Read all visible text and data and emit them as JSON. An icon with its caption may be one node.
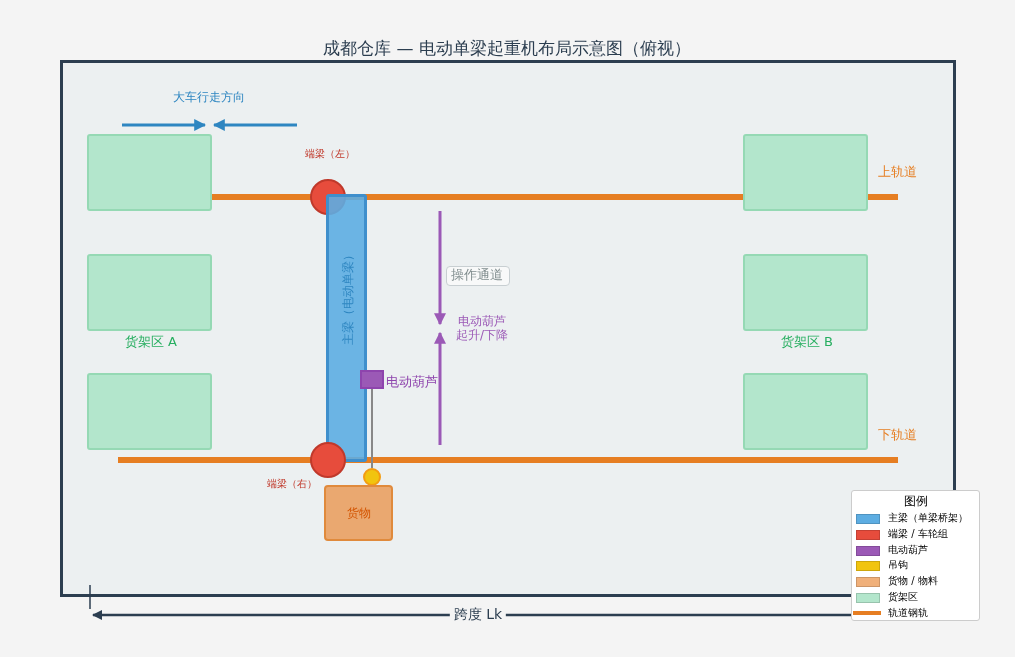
{
  "diagram": {
    "title": "成都仓库 — 电动单梁起重机布局示意图（俯视）",
    "nodes": [
      {
        "text": [],
        "shape": "box"
      },
      {
        "text": [],
        "shape": "box"
      },
      {
        "text": [],
        "shape": "circle",
        "beside": [
          "端梁（左）"
        ]
      },
      {
        "text": [
          "主梁（电动单梁）"
        ]
      },
      {
        "text": [
          "操作通道"
        ]
      },
      {
        "text": [],
        "shape": "box",
        "beside": [
          "货架区 A"
        ]
      },
      {
        "text": [],
        "shape": "box",
        "beside": [
          "货架区 B"
        ]
      },
      {
        "text": [],
        "shape": "box",
        "beside": [
          "电动葫芦"
        ]
      },
      {
        "text": [],
        "shape": "box"
      },
      {
        "text": [],
        "shape": "box"
      },
      {
        "text": [],
        "shape": "circle",
        "beside": [
          "端梁（右）"
        ]
      },
      {
        "text": [],
        "shape": "circle"
      },
      {
        "text": [
          "货物"
        ]
      }
    ],
    "edges": [
      {
        "from": 7,
        "to": 11,
        "arrow": "none"
      }
    ],
    "labels": [
      "大车行走方向",
      "上轨道",
      "电动葫芦起升/下降",
      "下轨道",
      "跨度 Lk",
      "图例"
    ],
    "legend": [
      {
        "text": "主梁（单梁桥架）",
        "color": "#5dade2"
      },
      {
        "text": "端梁 / 车轮组",
        "color": "#e74c3c"
      },
      {
        "text": "电动葫芦",
        "color": "#9b59b6"
      },
      {
        "text": "吊钩",
        "color": "#f1c40f"
      },
      {
        "text": "货物 / 物料",
        "color": "#f0b07a"
      },
      {
        "text": "货架区",
        "color": "#b3e6cc"
      },
      {
        "text": "轨道钢轨"
      }
    ]
  }
}
